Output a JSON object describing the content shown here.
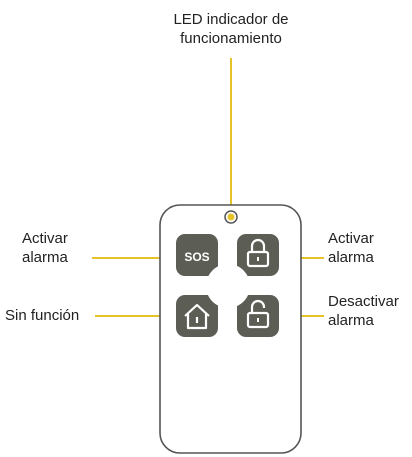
{
  "labels": {
    "led": {
      "line1": "LED indicador de",
      "line2": "funcionamiento"
    },
    "activar_left": {
      "line1": "Activar",
      "line2": "alarma"
    },
    "sin_funcion": "Sin función",
    "activar_right": {
      "line1": "Activar",
      "line2": "alarma"
    },
    "desactivar": {
      "line1": "Desactivar",
      "line2": "alarma"
    }
  },
  "buttons": {
    "sos_text": "SOS"
  },
  "icons": {
    "led": "led-indicator-icon",
    "lock_closed": "lock-closed-icon",
    "lock_open": "lock-open-icon",
    "home": "home-icon"
  },
  "colors": {
    "leader_line": "#e6c229",
    "button_fill": "#5c5d55",
    "remote_outline": "#555555",
    "text": "#222222"
  }
}
